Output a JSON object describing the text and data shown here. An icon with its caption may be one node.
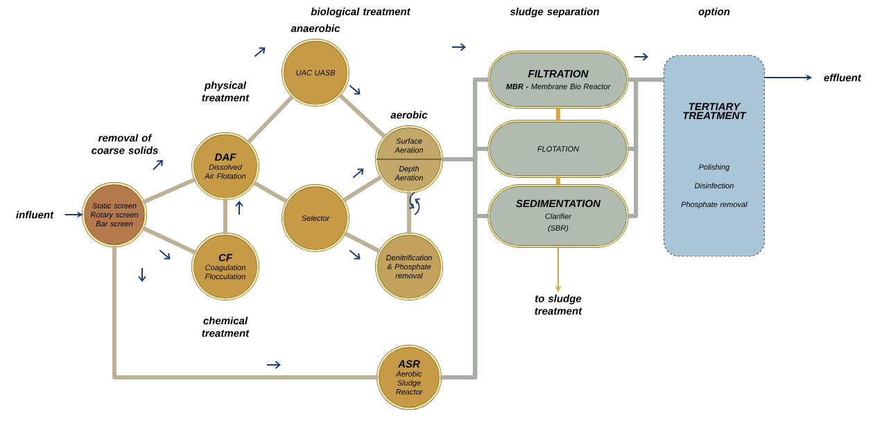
{
  "diagram": {
    "nodes": [
      {
        "text": [
          "influent"
        ]
      },
      {
        "text": [
          "Static screen Rotary screen Bar screen"
        ]
      },
      {
        "text": [
          "DAF",
          "Dissolved Air Flotation"
        ]
      },
      {
        "text": [
          "CF",
          "Coagulation Flocculation"
        ]
      },
      {
        "text": [
          "UAC UASB"
        ],
        "beside": [
          "anaerobic"
        ]
      },
      {
        "text": [
          "Selector"
        ]
      },
      {
        "text": [
          "Surface Aeration",
          "Depth Aeration"
        ],
        "beside": [
          "aerobic"
        ]
      },
      {
        "text": [
          "Denitrification & Phosphate removal"
        ]
      },
      {
        "text": [
          "ASR",
          "Aerobic Sludge Reactor"
        ]
      },
      {
        "text": [
          "FILTRATION",
          "**MBR -** Membrane Bio Reactor"
        ]
      },
      {
        "text": [
          "FLOTATION"
        ]
      },
      {
        "text": [
          "SEDIMENTATION",
          "Clarifier",
          "(SBR)"
        ]
      },
      {
        "text": [
          "TERTIARY TREATMENT",
          "Polishing",
          "Disinfection",
          "Phosphate removal"
        ]
      },
      {
        "text": [
          "effluent"
        ]
      },
      {
        "text": [
          "to sludge treatment"
        ]
      }
    ],
    "edges": [
      {
        "from": 0,
        "to": 1,
        "arrow": "to",
        "color": "#1f3a7a"
      },
      {
        "from": 1,
        "to": 2,
        "arrow": "none"
      },
      {
        "from": 1,
        "to": 3,
        "arrow": "none"
      },
      {
        "from": 3,
        "to": 2,
        "arrow": "none"
      },
      {
        "from": 2,
        "to": 4,
        "arrow": "none"
      },
      {
        "from": 2,
        "to": 5,
        "arrow": "none"
      },
      {
        "from": 4,
        "to": 6,
        "arrow": "none"
      },
      {
        "from": 5,
        "to": 6,
        "arrow": "none"
      },
      {
        "from": 5,
        "to": 7,
        "arrow": "none"
      },
      {
        "from": 6,
        "to": 7,
        "arrow": "none"
      },
      {
        "from": 1,
        "to": 8,
        "arrow": "none"
      },
      {
        "from": 6,
        "to": 9,
        "arrow": "none",
        "color": "#a8aea6"
      },
      {
        "from": 6,
        "to": 10,
        "arrow": "none",
        "color": "#a8aea6"
      },
      {
        "from": 6,
        "to": 11,
        "arrow": "none",
        "color": "#a8aea6"
      },
      {
        "from": 8,
        "to": 9,
        "arrow": "none",
        "color": "#a8aea6"
      },
      {
        "from": 8,
        "to": 10,
        "arrow": "none",
        "color": "#a8aea6"
      },
      {
        "from": 8,
        "to": 11,
        "arrow": "none",
        "color": "#a8aea6"
      },
      {
        "from": 9,
        "to": 12,
        "arrow": "none",
        "color": "#a8aea6"
      },
      {
        "from": 10,
        "to": 12,
        "arrow": "none",
        "color": "#a8aea6"
      },
      {
        "from": 11,
        "to": 12,
        "arrow": "none",
        "color": "#a8aea6"
      },
      {
        "from": 9,
        "to": 10,
        "arrow": "none",
        "color": "#d9a441"
      },
      {
        "from": 10,
        "to": 11,
        "arrow": "none",
        "color": "#d9a441"
      },
      {
        "from": 12,
        "to": 13,
        "arrow": "to",
        "color": "#1f3a7a"
      },
      {
        "from": 11,
        "to": 14,
        "arrow": "to",
        "color": "#d9a441"
      }
    ],
    "labels": [
      "biological treatment",
      "sludge separation",
      "option",
      "physical treatment",
      "removal of coarse solids",
      "chemical treatment"
    ]
  }
}
